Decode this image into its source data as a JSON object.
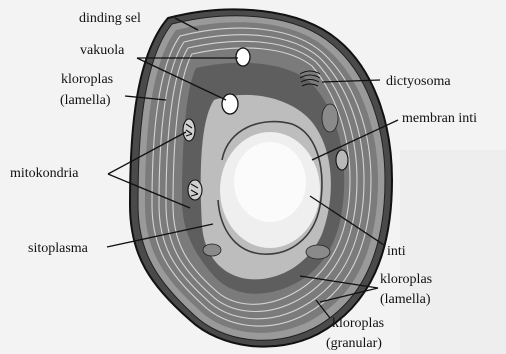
{
  "diagram": {
    "labels": {
      "cell_wall": "dinding sel",
      "vacuole": "vakuola",
      "chloroplast_lamella_1": "kloroplas",
      "chloroplast_lamella_1b": "(lamella)",
      "dictyosome": "dictyosoma",
      "nuclear_membrane": "membran inti",
      "mitochondria": "mitokondria",
      "nucleus": "inti",
      "cytoplasm": "sitoplasma",
      "chloroplast_lamella_2": "kloroplas",
      "chloroplast_lamella_2b": "(lamella)",
      "chloroplast_granular": "kloroplas",
      "chloroplast_granular_b": "(granular)"
    }
  },
  "colors": {
    "ink": "#111111",
    "paper": "#f3f3f3",
    "shade": "#5a5a5a",
    "nucleus": "#e9e9e9"
  }
}
